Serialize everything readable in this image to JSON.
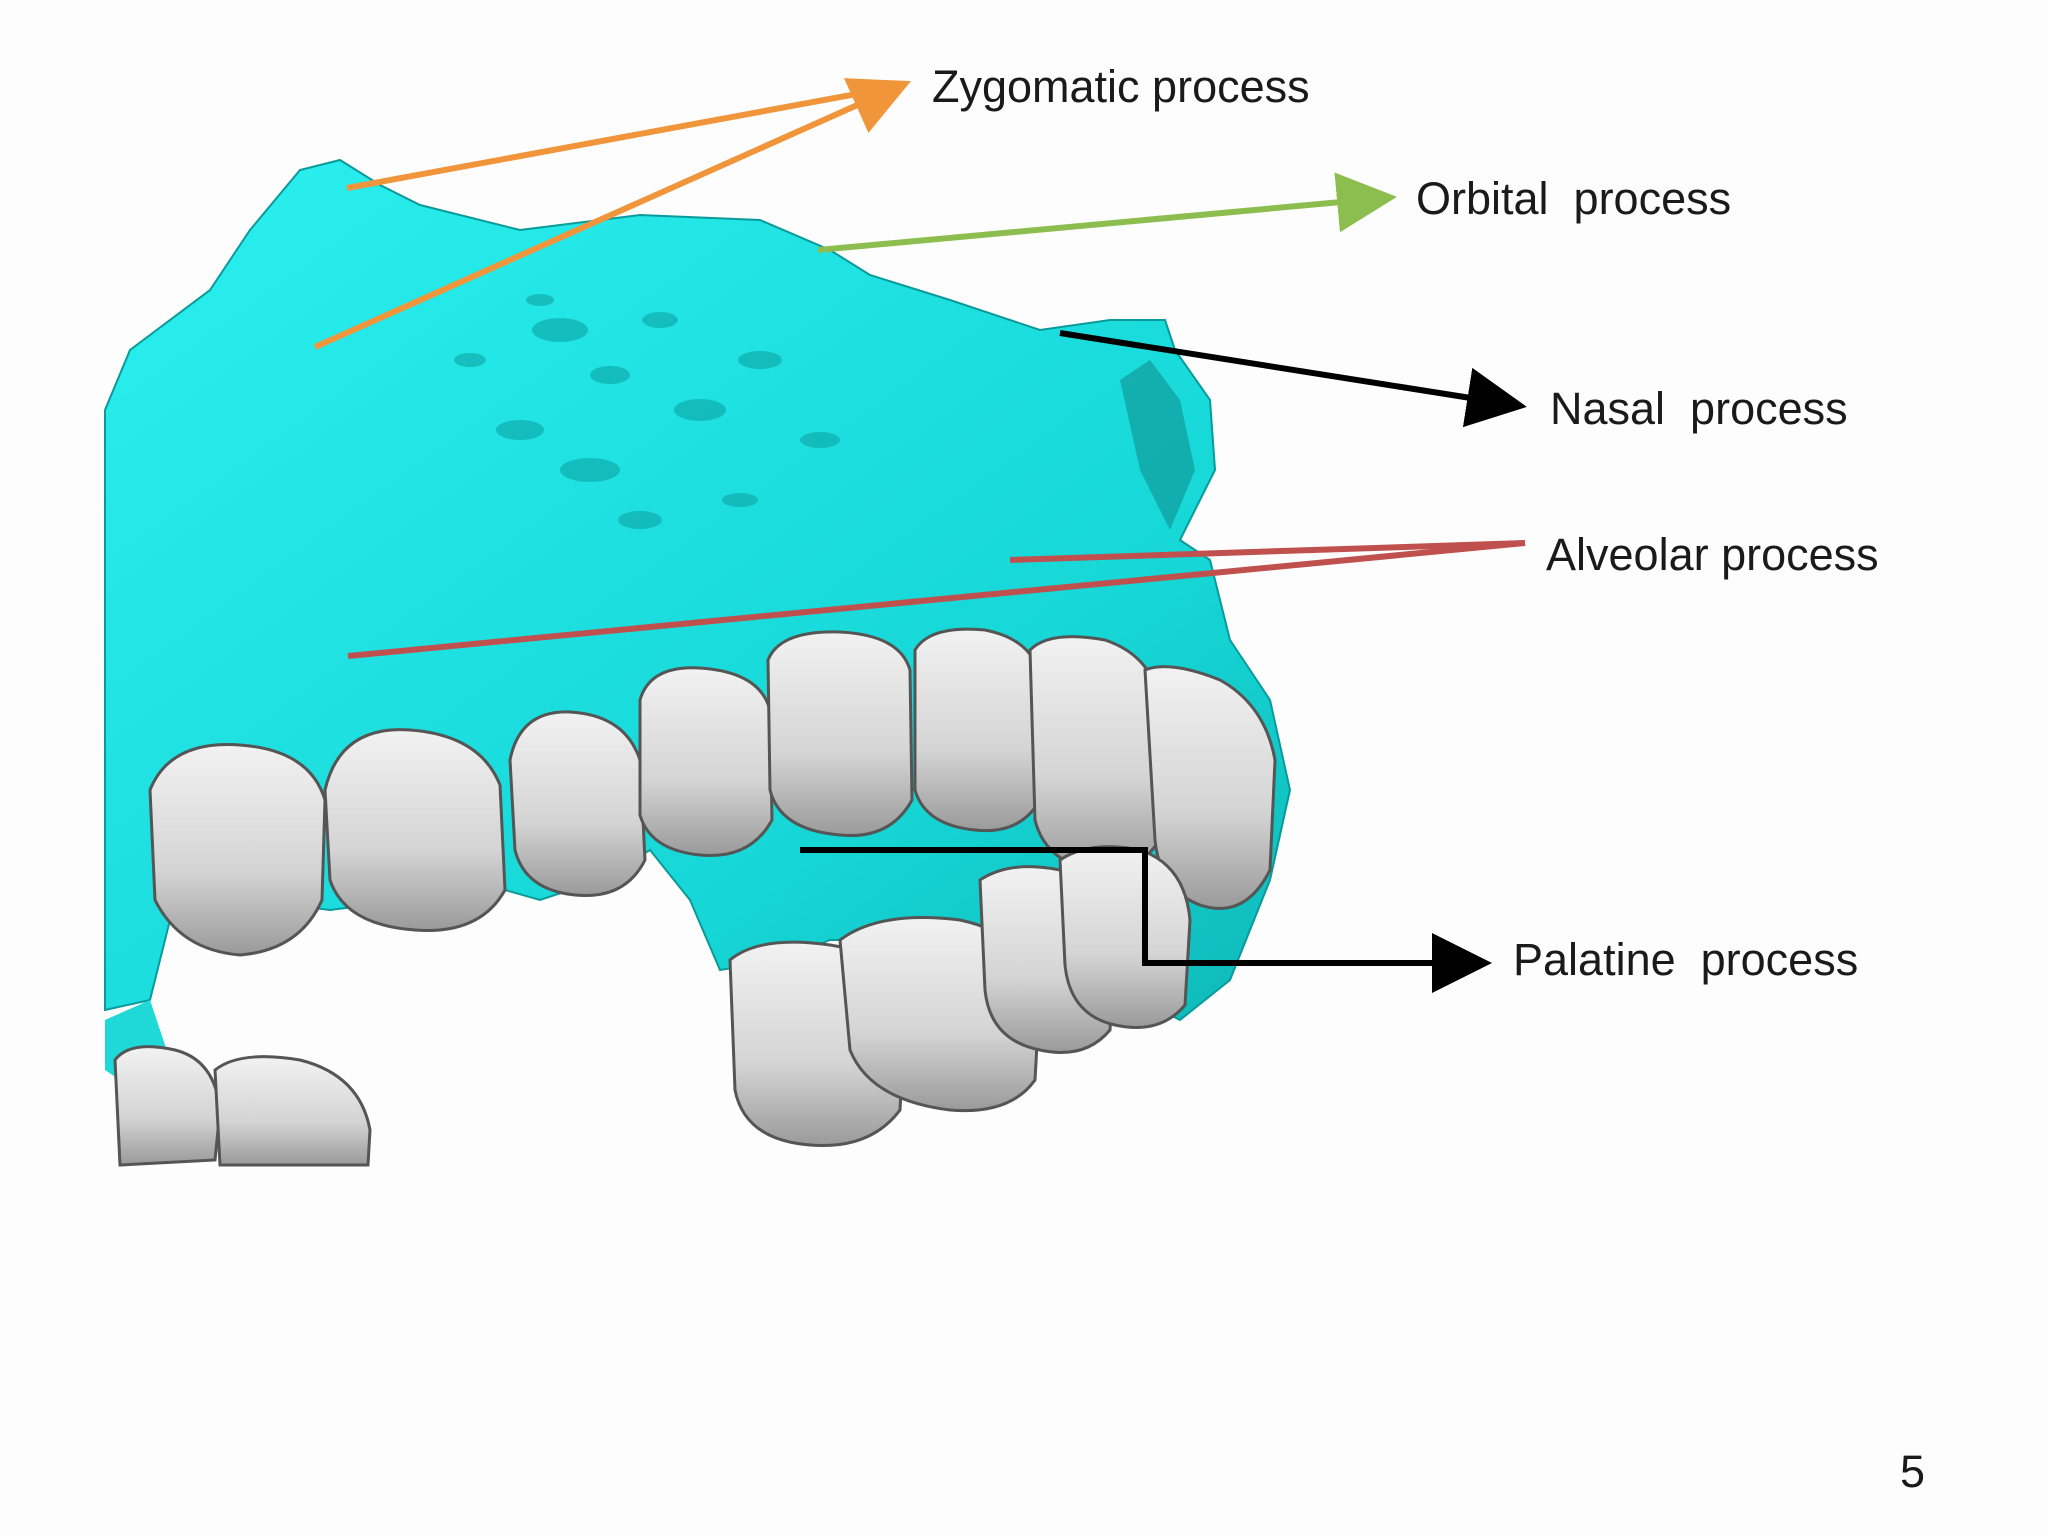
{
  "labels": {
    "zygomatic": "Zygomatic process",
    "orbital": "Orbital  process",
    "nasal": "Nasal  process",
    "alveolar": "Alveolar process",
    "palatine": "Palatine  process"
  },
  "page_number": "5",
  "colors": {
    "bone": "#1fe3e3",
    "teeth": "#d9d9d9",
    "zygomatic_arrow": "#f0953a",
    "orbital_arrow": "#8cbd4f",
    "nasal_arrow": "#000000",
    "alveolar_line": "#c0504d",
    "palatine_arrow": "#000000"
  }
}
